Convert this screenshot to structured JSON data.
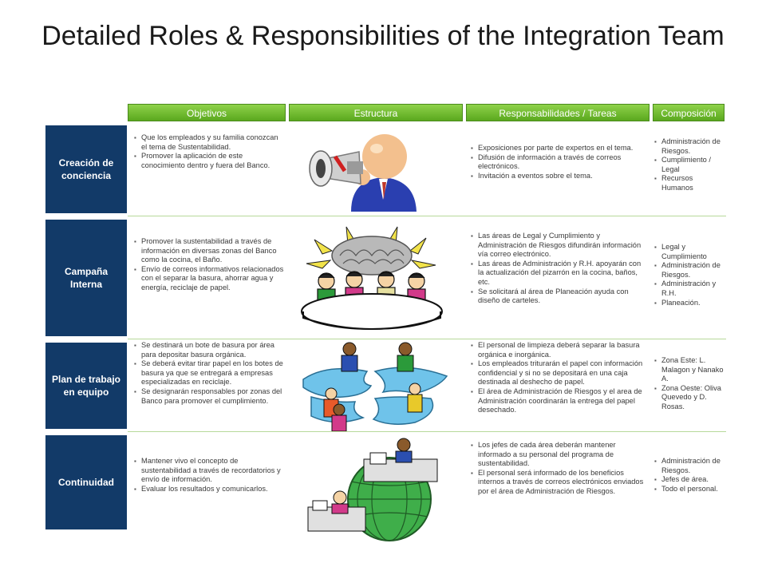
{
  "title": "Detailed Roles & Responsibilities of the Integration Team",
  "columns": [
    "Objetivos",
    "Estructura",
    "Responsabilidades / Tareas",
    "Composición"
  ],
  "rows": [
    {
      "label": "Creación de conciencia",
      "objetivos": [
        "Que los empleados y su familia conozcan el tema de Sustentabilidad.",
        "Promover la aplicación de este conocimiento dentro y fuera del Banco."
      ],
      "estructura_icon": "megaphone-person-icon",
      "responsabilidades": [
        "Exposiciones por parte de expertos en el tema.",
        "Difusión de información a través de correos electrónicos.",
        "Invitación a eventos sobre el tema."
      ],
      "composicion": [
        "Administración de Riesgos.",
        "Cumplimiento / Legal",
        "Recursos Humanos"
      ]
    },
    {
      "label": "Campaña Interna",
      "objetivos": [
        "Promover la sustentabilidad a través de información en diversas zonas del Banco como la cocina, el Baño.",
        "Envío de correos informativos relacionados con el separar la basura, ahorrar agua y energía, reciclaje de papel."
      ],
      "estructura_icon": "brainstorm-meeting-icon",
      "responsabilidades": [
        "Las áreas de Legal y Cumplimiento y Administración de Riesgos difundirán información vía correo electrónico.",
        "Las áreas de Administración y R.H. apoyarán con la actualización del pizarrón en la cocina, baños, etc.",
        "Se solicitará al área de Planeación ayuda con diseño de carteles."
      ],
      "composicion": [
        "Legal y Cumplimiento",
        "Administración de Riesgos.",
        "Administración y R.H.",
        "Planeación."
      ]
    },
    {
      "label": "Plan de trabajo en equipo",
      "objetivos": [
        "Se destinará un bote de basura por área para depositar basura orgánica.",
        "Se deberá evitar tirar papel en los botes de basura ya que se entregará a empresas especializadas en reciclaje.",
        "Se designarán responsables por zonas del Banco para promover el cumplimiento."
      ],
      "estructura_icon": "puzzle-team-icon",
      "responsabilidades": [
        "El personal de limpieza deberá separar la basura orgánica e inorgánica.",
        "Los empleados triturarán el papel con información confidencial y si no se depositará en una caja destinada al deshecho de papel.",
        "El área de Administración de Riesgos y el area de Administración coordinarán la entrega del papel desechado."
      ],
      "composicion": [
        "Zona Este: L. Malagon y Nanako A.",
        "Zona Oeste: Oliva Quevedo y D. Rosas."
      ]
    },
    {
      "label": "Continuidad",
      "objetivos": [
        "Mantener vivo el concepto de sustentabilidad a través de recordatorios y envío de información.",
        "Evaluar los resultados y comunicarlos."
      ],
      "estructura_icon": "globe-network-icon",
      "responsabilidades": [
        "Los jefes de cada área deberán mantener informado a su personal del programa de sustentabilidad.",
        "El personal será informado de los beneficios internos a través de correos electrónicos enviados por el área de Administración de Riesgos."
      ],
      "composicion": [
        "Administración de Riesgos.",
        "Jefes de área.",
        "Todo el personal."
      ]
    }
  ],
  "colors": {
    "header_green": "#6cbf2a",
    "row_navy": "#123a68",
    "divider": "#b7d99a"
  }
}
